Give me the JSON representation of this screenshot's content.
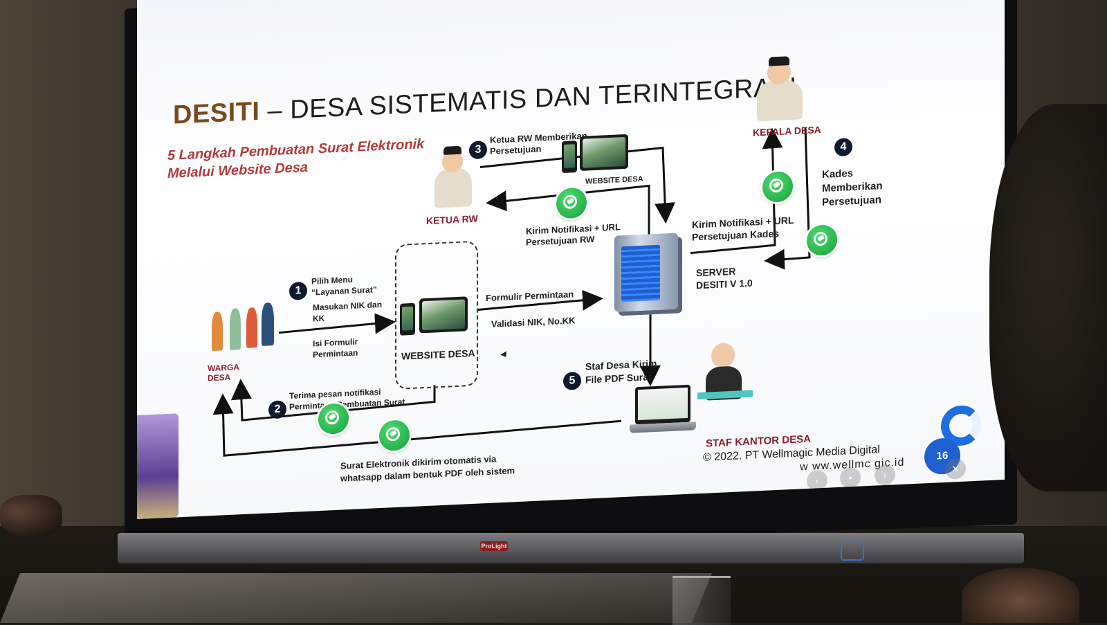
{
  "slide": {
    "title_bold": "DESITI",
    "title_rest": " – DESA SISTEMATIS DAN TERINTEGRASI",
    "subtitle": "5 Langkah Pembuatan Surat Elektronik Melalui Website Desa",
    "page_number": "16",
    "copyright": "© 2022. PT Wellmagic Media Digital",
    "website": "w ww.wellmc gic.id"
  },
  "roles": {
    "ketua_rw": "KETUA RW",
    "kepala_desa": "KEPALA DESA",
    "warga_desa": "WARGA DESA",
    "staf_kantor": "STAF KANTOR DESA",
    "server": "SERVER DESITI V 1.0",
    "website_main": "WEBSITE DESA",
    "website_top": "WEBSITE DESA"
  },
  "steps": {
    "s1_num": "1",
    "s1_text": "Pilih Menu “Layanan Surat”",
    "s1_nik": "Masukan NIK dan KK",
    "s1_form": "Isi Formulir Permintaan",
    "s2_num": "2",
    "s2_text": "Terima pesan notifikasi Permintaan Pembuatan Surat",
    "s3_num": "3",
    "s3_text": "Ketua RW Memberikan Persetujuan",
    "s4_num": "4",
    "s4_text": "Kades Memberikan Persetujuan",
    "s5_num": "5",
    "s5_text": "Staf Desa Kirim File PDF Surat"
  },
  "flows": {
    "formulir": "Formulir Permintaan",
    "validasi": "Validasi NIK, No.KK",
    "notif_rw": "Kirim Notifikasi + URL Persetujuan RW",
    "notif_kades": "Kirim Notifikasi + URL Persetujuan Kades",
    "surat_otomatis": "Surat Elektronik dikirim otomatis via whatsapp dalam bentuk PDF oleh sistem"
  },
  "icons": {
    "whatsapp": "whatsapp-icon",
    "server": "server-icon",
    "laptop": "laptop-icon",
    "phone": "phone-icon",
    "tablet": "tablet-icon"
  },
  "colors": {
    "role_red": "#8a1f2c",
    "subtitle_red": "#b23a3a",
    "whatsapp_green": "#25d366",
    "accent_blue": "#1f5fd0"
  }
}
